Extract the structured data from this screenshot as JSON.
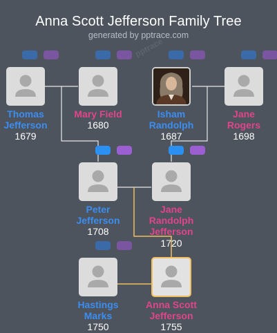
{
  "title": "Anna Scott Jefferson Family Tree",
  "subtitle": "generated by pptrace.com",
  "watermark": "pptrace",
  "colors": {
    "background": "#4d545e",
    "male": "#3c8df0",
    "female": "#e0458c",
    "selected_border": "#f0c060",
    "line": "#e8e8e8",
    "highlight_line": "#f0c060"
  },
  "people": {
    "thomas_jefferson": {
      "name_line1": "Thomas",
      "name_line2": "Jefferson",
      "year": "1679"
    },
    "mary_field": {
      "name_line1": "Mary Field",
      "year": "1680"
    },
    "isham_randolph": {
      "name_line1": "Isham",
      "name_line2": "Randolph",
      "year": "1687"
    },
    "jane_rogers": {
      "name_line1": "Jane",
      "name_line2": "Rogers",
      "year": "1698"
    },
    "peter_jefferson": {
      "name_line1": "Peter",
      "name_line2": "Jefferson",
      "year": "1708"
    },
    "jane_randolph_jefferson": {
      "name_line1": "Jane",
      "name_line2": "Randolph",
      "name_line3": "Jefferson",
      "year": "1720"
    },
    "hastings_marks": {
      "name_line1": "Hastings",
      "name_line2": "Marks",
      "year": "1750"
    },
    "anna_scott_jefferson": {
      "name_line1": "Anna Scott",
      "name_line2": "Jefferson",
      "year": "1755"
    }
  }
}
